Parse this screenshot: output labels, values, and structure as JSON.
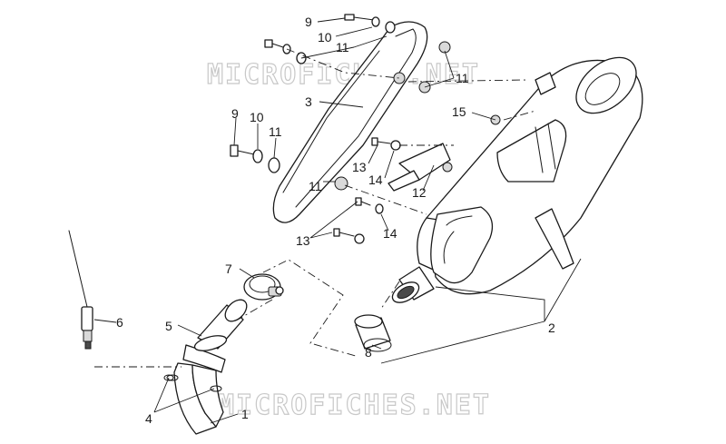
{
  "watermark": "MICROFICHES.NET",
  "callouts": {
    "c1": "1",
    "c2": "2",
    "c3": "3",
    "c4": "4",
    "c5": "5",
    "c6": "6",
    "c7": "7",
    "c8": "8",
    "c9a": "9",
    "c9b": "9",
    "c10a": "10",
    "c10b": "10",
    "c11a": "11",
    "c11b": "11",
    "c11c": "11",
    "c11d": "11",
    "c12": "12",
    "c13a": "13",
    "c13b": "13",
    "c14a": "14",
    "c14b": "14",
    "c15": "15"
  }
}
